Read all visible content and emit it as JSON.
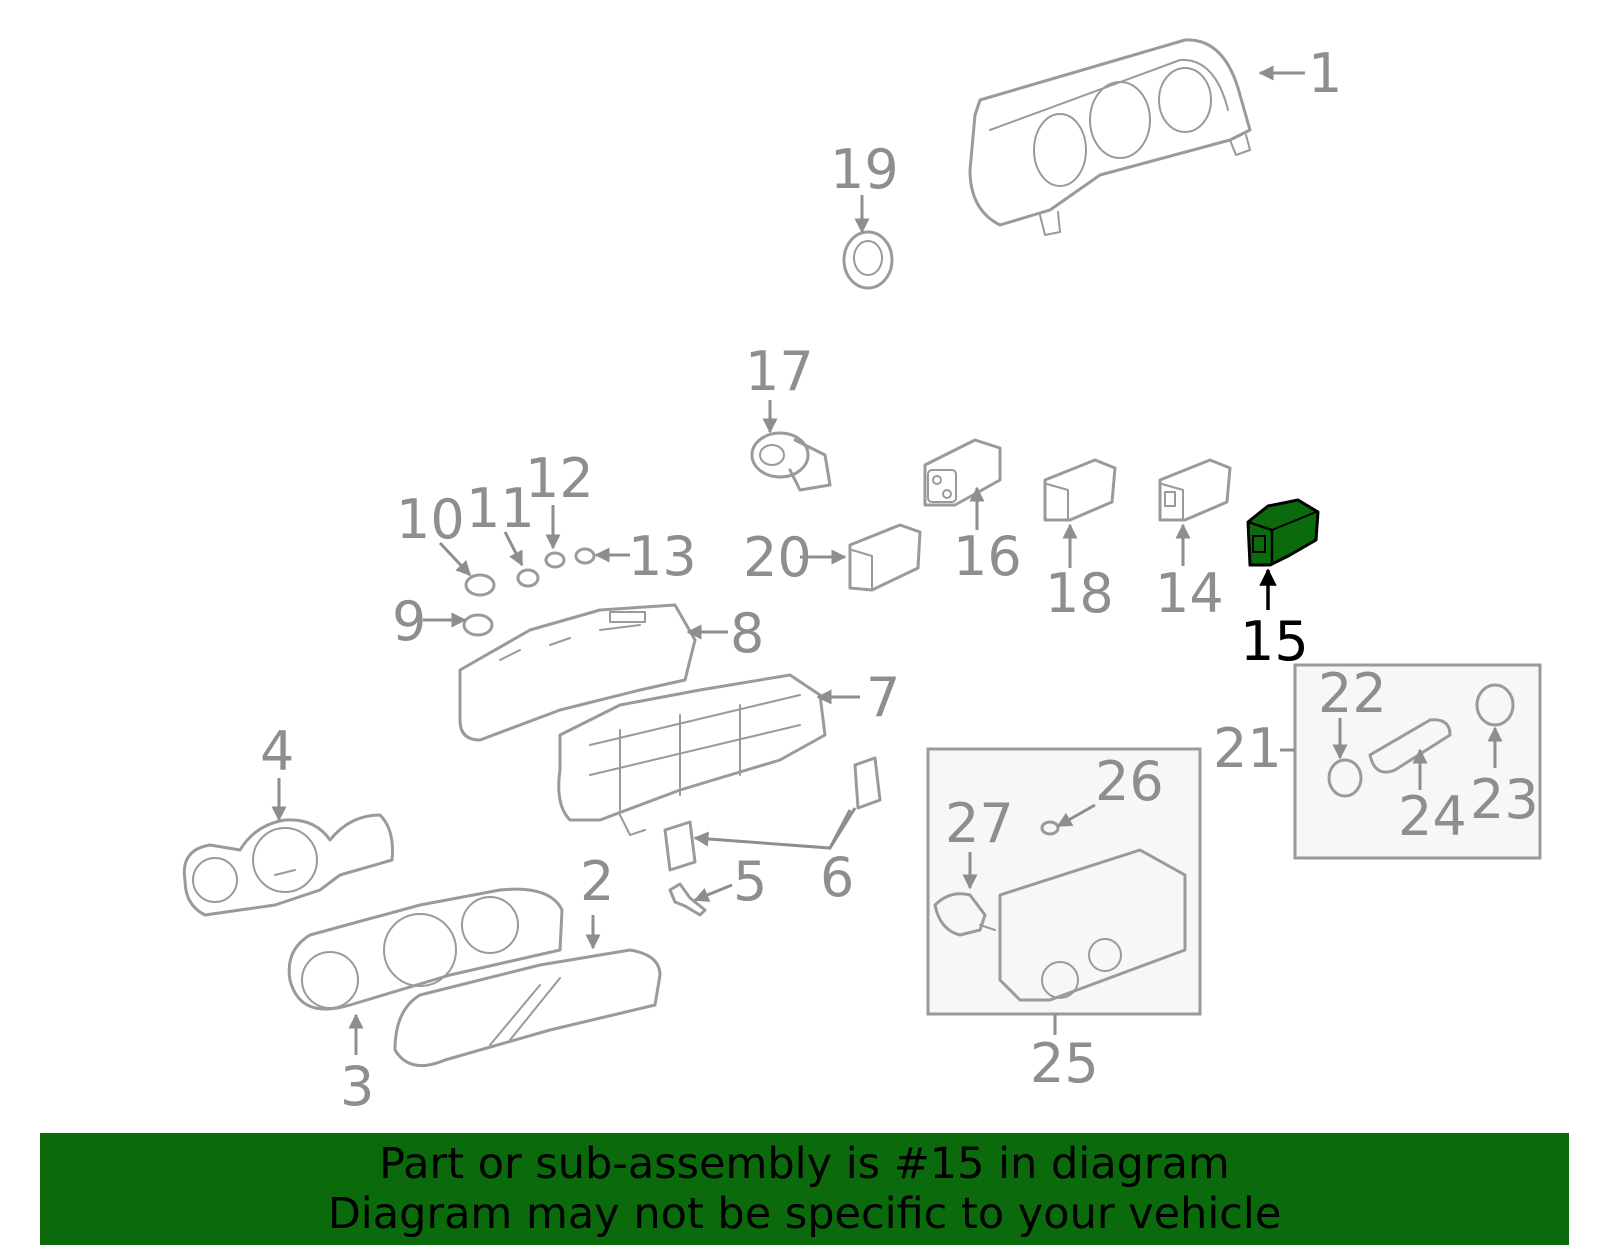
{
  "callouts": [
    "1",
    "2",
    "3",
    "4",
    "5",
    "6",
    "7",
    "8",
    "9",
    "10",
    "11",
    "12",
    "13",
    "14",
    "15",
    "16",
    "17",
    "18",
    "19",
    "20",
    "21",
    "22",
    "23",
    "24",
    "25",
    "26",
    "27"
  ],
  "highlighted_callout": "15",
  "colors": {
    "highlight": "#0b6a0b",
    "part_line": "#9a9a9a",
    "footer_bg": "#0b6a0b"
  },
  "footer": {
    "line1": "Part or sub-assembly is #15 in diagram",
    "line2": "Diagram may not be specific to your vehicle"
  }
}
